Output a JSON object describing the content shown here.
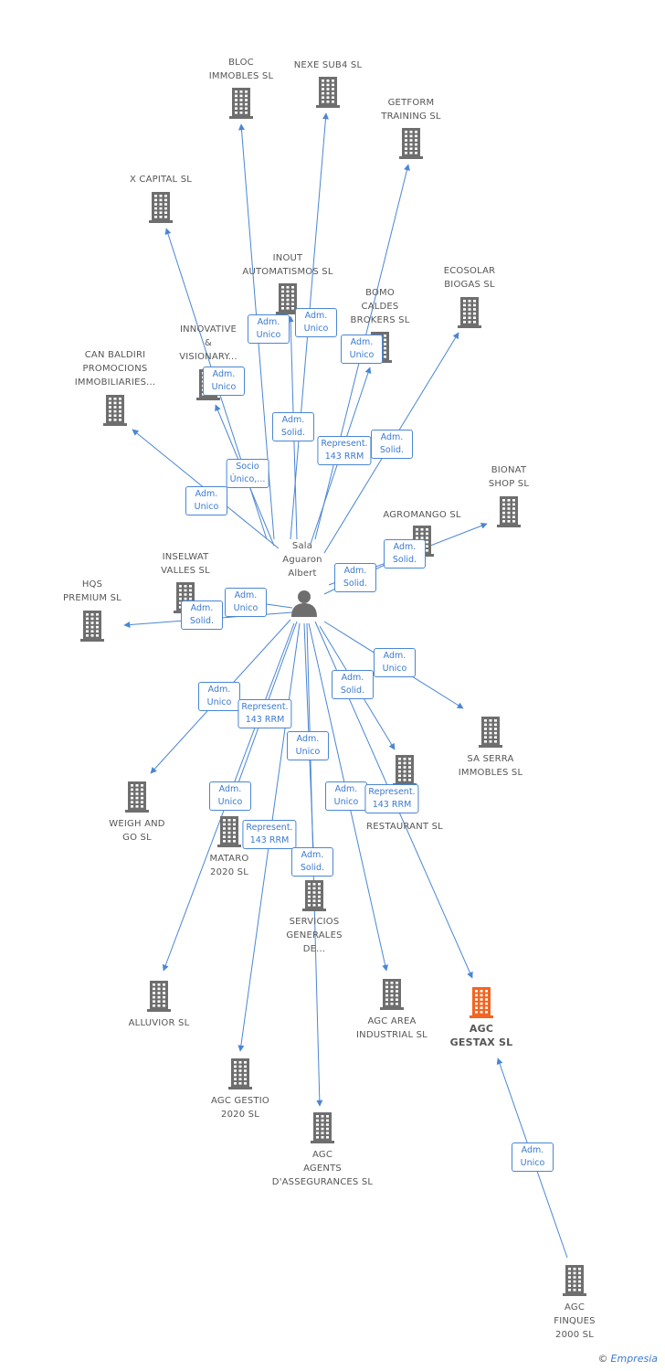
{
  "colors": {
    "edge": "#4a86d4",
    "building": "#6e6e6e",
    "focus_building": "#f26522",
    "label": "#555555"
  },
  "center": {
    "name": "Sala\nAguaron\nAlbert",
    "icon": "person-icon"
  },
  "focus": {
    "name": "AGC\nGESTAX SL",
    "icon": "building-icon"
  },
  "companies": [
    {
      "id": "bloc",
      "name": "BLOC\nIMMOBLES SL",
      "icon": "building-icon"
    },
    {
      "id": "nexe",
      "name": "NEXE SUB4 SL",
      "icon": "building-icon"
    },
    {
      "id": "getform",
      "name": "GETFORM\nTRAINING SL",
      "icon": "building-icon"
    },
    {
      "id": "xcapital",
      "name": "X CAPITAL SL",
      "icon": "building-icon"
    },
    {
      "id": "inout",
      "name": "INOUT\nAUTOMATISMOS SL",
      "icon": "building-icon"
    },
    {
      "id": "ecosolar",
      "name": "ECOSOLAR\nBIOGAS SL",
      "icon": "building-icon"
    },
    {
      "id": "bomo",
      "name": "BOMO\nCALDES\nBROKERS SL",
      "icon": "building-icon"
    },
    {
      "id": "innovative",
      "name": "INNOVATIVE\n&\nVISIONARY...",
      "icon": "building-icon"
    },
    {
      "id": "canbaldiri",
      "name": "CAN BALDIRI\nPROMOCIONS\nIMMOBILIARIES...",
      "icon": "building-icon"
    },
    {
      "id": "bionat",
      "name": "BIONAT\nSHOP SL",
      "icon": "building-icon"
    },
    {
      "id": "agromango",
      "name": "AGROMANGO SL",
      "icon": "building-icon"
    },
    {
      "id": "inselwat",
      "name": "INSELWAT\nVALLES SL",
      "icon": "building-icon"
    },
    {
      "id": "hqs",
      "name": "HQS\nPREMIUM SL",
      "icon": "building-icon"
    },
    {
      "id": "saserra",
      "name": "SA SERRA\nIMMOBLES SL",
      "icon": "building-icon"
    },
    {
      "id": "restaurant",
      "name": "RESTAURANT SL",
      "icon": "building-icon"
    },
    {
      "id": "weigh",
      "name": "WEIGH AND\nGO SL",
      "icon": "building-icon"
    },
    {
      "id": "mataro",
      "name": "MATARO\n2020 SL",
      "icon": "building-icon"
    },
    {
      "id": "servicios",
      "name": "SERVICIOS\nGENERALES\nDE...",
      "icon": "building-icon"
    },
    {
      "id": "alluvior",
      "name": "ALLUVIOR SL",
      "icon": "building-icon"
    },
    {
      "id": "agcarea",
      "name": "AGC AREA\nINDUSTRIAL SL",
      "icon": "building-icon"
    },
    {
      "id": "agcgestio",
      "name": "AGC GESTIO\n2020 SL",
      "icon": "building-icon"
    },
    {
      "id": "agcagents",
      "name": "AGC\nAGENTS\nD'ASSEGURANCES SL",
      "icon": "building-icon"
    },
    {
      "id": "agcfinques",
      "name": "AGC\nFINQUES\n2000 SL",
      "icon": "building-icon"
    }
  ],
  "relations": [
    {
      "from": "center",
      "to": "bloc",
      "label": "Adm.\nUnico"
    },
    {
      "from": "center",
      "to": "nexe",
      "label": "Adm.\nUnico"
    },
    {
      "from": "center",
      "to": "getform",
      "label": "Adm.\nUnico"
    },
    {
      "from": "center",
      "to": "xcapital",
      "label": "Socio\nÚnico,..."
    },
    {
      "from": "center",
      "to": "inout",
      "label": "Adm.\nSolid."
    },
    {
      "from": "center",
      "to": "bomo",
      "label": "Represent.\n143 RRM"
    },
    {
      "from": "center",
      "to": "ecosolar",
      "label": "Adm.\nSolid."
    },
    {
      "from": "center",
      "to": "innovative",
      "label": "Adm.\nUnico"
    },
    {
      "from": "center",
      "to": "canbaldiri",
      "label": "Adm.\nUnico"
    },
    {
      "from": "center",
      "to": "bionat",
      "label": "Adm.\nSolid."
    },
    {
      "from": "center",
      "to": "agromango",
      "label": "Adm.\nSolid."
    },
    {
      "from": "center",
      "to": "inselwat",
      "label": "Adm.\nUnico"
    },
    {
      "from": "center",
      "to": "hqs",
      "label": "Adm.\nSolid."
    },
    {
      "from": "center",
      "to": "saserra",
      "label": "Adm.\nUnico"
    },
    {
      "from": "center",
      "to": "restaurant",
      "label": "Adm.\nSolid."
    },
    {
      "from": "center",
      "to": "weigh",
      "label": "Adm.\nUnico"
    },
    {
      "from": "center",
      "to": "mataro",
      "label": "Represent.\n143 RRM"
    },
    {
      "from": "center",
      "to": "alluvior",
      "label": "Adm.\nUnico"
    },
    {
      "from": "center",
      "to": "agcgestio",
      "label": "Represent.\n143 RRM"
    },
    {
      "from": "center",
      "to": "servicios",
      "label": "Adm.\nUnico"
    },
    {
      "from": "center",
      "to": "agcagents",
      "label": "Adm.\nSolid."
    },
    {
      "from": "center",
      "to": "agcarea",
      "label": "Adm.\nUnico"
    },
    {
      "from": "center",
      "to": "focus",
      "label": "Represent.\n143 RRM"
    },
    {
      "from": "agcfinques",
      "to": "focus",
      "label": "Adm.\nUnico"
    }
  ],
  "credit": {
    "symbol": "©",
    "brand": "Empresia"
  }
}
